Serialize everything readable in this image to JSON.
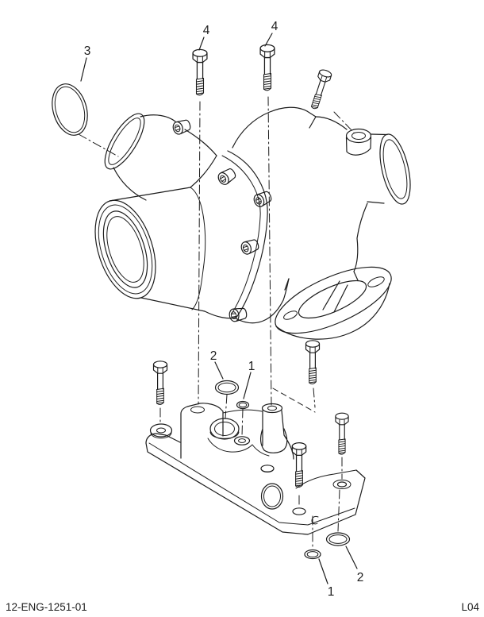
{
  "figure": {
    "type": "exploded-parts-diagram",
    "subject": "turbocharger-and-mounting-pedestal",
    "doc_number": "12-ENG-1251-01",
    "page_code": "L04",
    "colors": {
      "line": "#1c1c1c",
      "background": "#ffffff"
    },
    "callouts": [
      {
        "label": "3"
      },
      {
        "label": "4"
      },
      {
        "label": "4"
      },
      {
        "label": "2"
      },
      {
        "label": "1"
      },
      {
        "label": "1"
      },
      {
        "label": "2"
      }
    ]
  }
}
